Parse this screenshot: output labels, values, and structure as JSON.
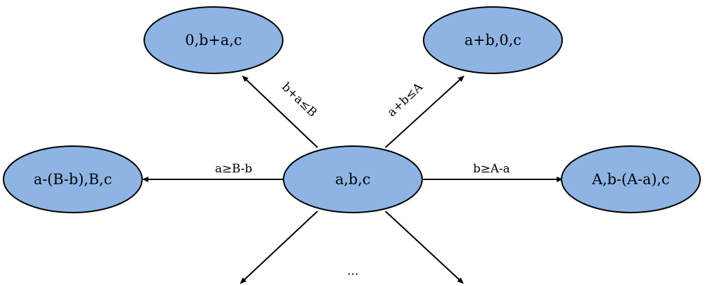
{
  "nodes": {
    "center": "a,b,c",
    "top_left": "0,b+a,c",
    "top_right": "a+b,0,c",
    "left": "a-(B-b),B,c",
    "right": "A,b-(A-a),c"
  },
  "edges": {
    "up_left": "b+a≤B",
    "up_right": "a+b≤A",
    "left": "a≥B-b",
    "right": "b≥A-a"
  },
  "more_label": "...",
  "colors": {
    "node_fill": "#8eb4e3",
    "stroke": "#000000"
  }
}
